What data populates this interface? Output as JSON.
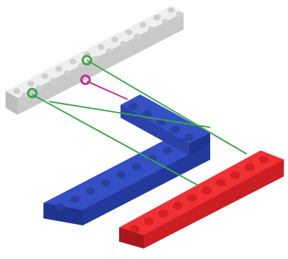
{
  "diagram": {
    "description_visible_text": "",
    "colors": {
      "background": "#ffffff",
      "white_plate": "#ececec",
      "white_plate_shadow": "#c9c9c9",
      "white_hole": "#cfcfcf",
      "blue_brick": "#2e49b8",
      "blue_brick_dark": "#1f3490",
      "blue_hole": "#2a3f9f",
      "red_brick": "#e8262b",
      "red_brick_dark": "#b71a1f",
      "red_hole": "#d61f24",
      "guide_green": "#3aa54a",
      "guide_magenta": "#c2268f"
    },
    "parts": [
      {
        "id": "white-plate",
        "color": "white",
        "studs_long": 12,
        "studs_wide": 2
      },
      {
        "id": "blue-l-brick",
        "color": "blue",
        "shape": "L"
      },
      {
        "id": "red-brick",
        "color": "red",
        "studs_long": 10
      }
    ],
    "guides": [
      {
        "id": "green-guide-1",
        "color": "green"
      },
      {
        "id": "green-guide-2",
        "color": "green"
      },
      {
        "id": "green-guide-3",
        "color": "green"
      },
      {
        "id": "magenta-guide",
        "color": "magenta"
      }
    ]
  }
}
